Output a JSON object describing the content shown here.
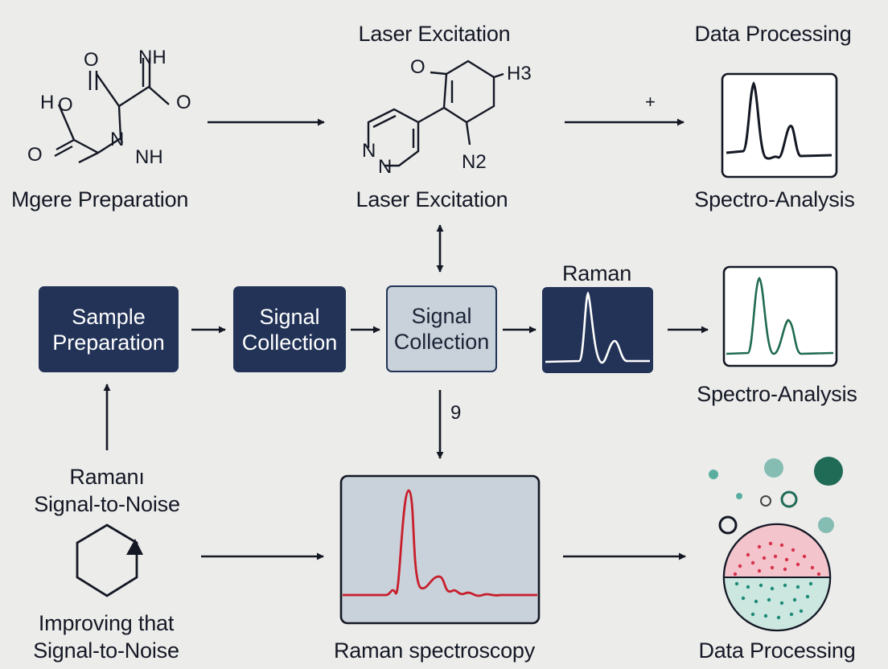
{
  "top": {
    "laser_title": "Laser Excitation",
    "data_title": "Data Processing",
    "prep_label": "Mgere Preparation",
    "laser_label": "Laser Excitation",
    "spectro_label": "Spectro-Analysis",
    "plus_sign": "+"
  },
  "molecule1": {
    "atoms": [
      "O",
      "NH",
      "H",
      "O",
      "O",
      "O",
      "N",
      "NH"
    ]
  },
  "molecule2": {
    "atoms": [
      "O",
      "H3",
      "N",
      "N",
      "N2"
    ]
  },
  "flow": {
    "sample_prep": [
      "Sample",
      "Preparation"
    ],
    "signal_collection_1": [
      "Signal",
      "Collection"
    ],
    "signal_collection_2": [
      "Signal",
      "Collection"
    ],
    "raman_title": "Raman",
    "spectro_label_2": "Spectro-Analysis",
    "down_number": "9"
  },
  "bottom": {
    "raman_snr": [
      "Ramanı",
      "Signal-to-Noise"
    ],
    "improving": [
      "Improving that",
      "Signal-to-Noise"
    ],
    "raman_spectroscopy": "Raman spectroscopy",
    "data_processing": "Data Processing"
  },
  "colors": {
    "navy": "#223357",
    "light_box": "#c9d2da",
    "spectrum_red": "#c81e2c",
    "spectrum_green": "#1f6b4f",
    "teal": "#2e9a88",
    "background": "#ececeb"
  }
}
